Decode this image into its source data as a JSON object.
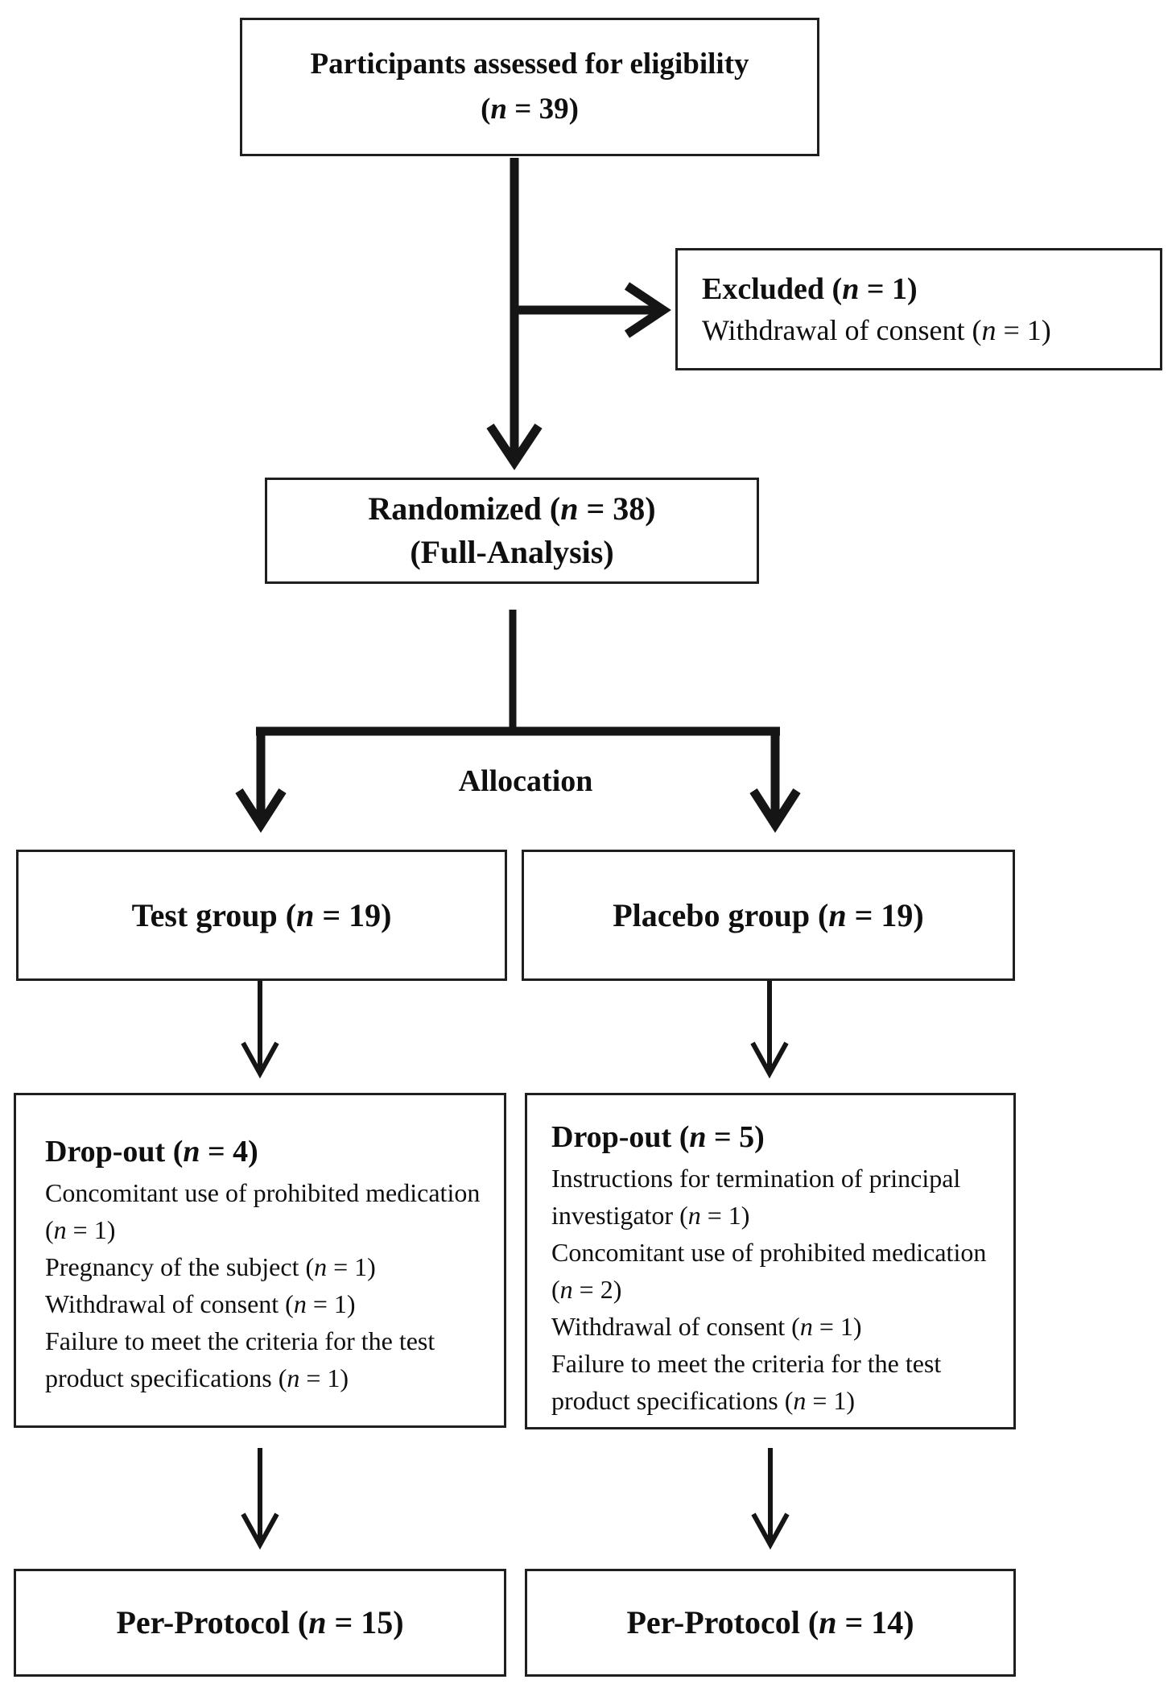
{
  "diagram": {
    "boxes": {
      "eligibility": {
        "line1": "Participants assessed for eligibility",
        "line2": "(n = 39)"
      },
      "excluded": {
        "title": "Excluded (n = 1)",
        "reason": "Withdrawal of consent (n = 1)"
      },
      "randomized": {
        "line1": "Randomized (n = 38)",
        "line2": "(Full-Analysis)"
      },
      "allocation_label": "Allocation",
      "test_group": {
        "title": "Test group (n = 19)"
      },
      "placebo_group": {
        "title": "Placebo group (n = 19)"
      },
      "dropout_test": {
        "title": "Drop-out (n = 4)",
        "reasons": [
          "Concomitant use of prohibited medication (n = 1)",
          "Pregnancy of the subject  (n = 1)",
          "Withdrawal of consent (n = 1)",
          "Failure to meet the criteria for the test product specifications  (n = 1)"
        ]
      },
      "dropout_placebo": {
        "title": "Drop-out (n = 5)",
        "reasons": [
          "Instructions for termination of principal investigator (n = 1)",
          "Concomitant use of prohibited medication (n = 2)",
          "Withdrawal of consent (n = 1)",
          "Failure to meet the criteria for the test product specifications  (n = 1)"
        ]
      },
      "per_protocol_test": {
        "title": "Per-Protocol (n = 15)"
      },
      "per_protocol_placebo": {
        "title": "Per-Protocol (n = 14)"
      }
    },
    "colors": {
      "background": "#ffffff",
      "box_border": "#1f1f1f",
      "line": "#151515",
      "text": "#0f0f0f"
    }
  }
}
